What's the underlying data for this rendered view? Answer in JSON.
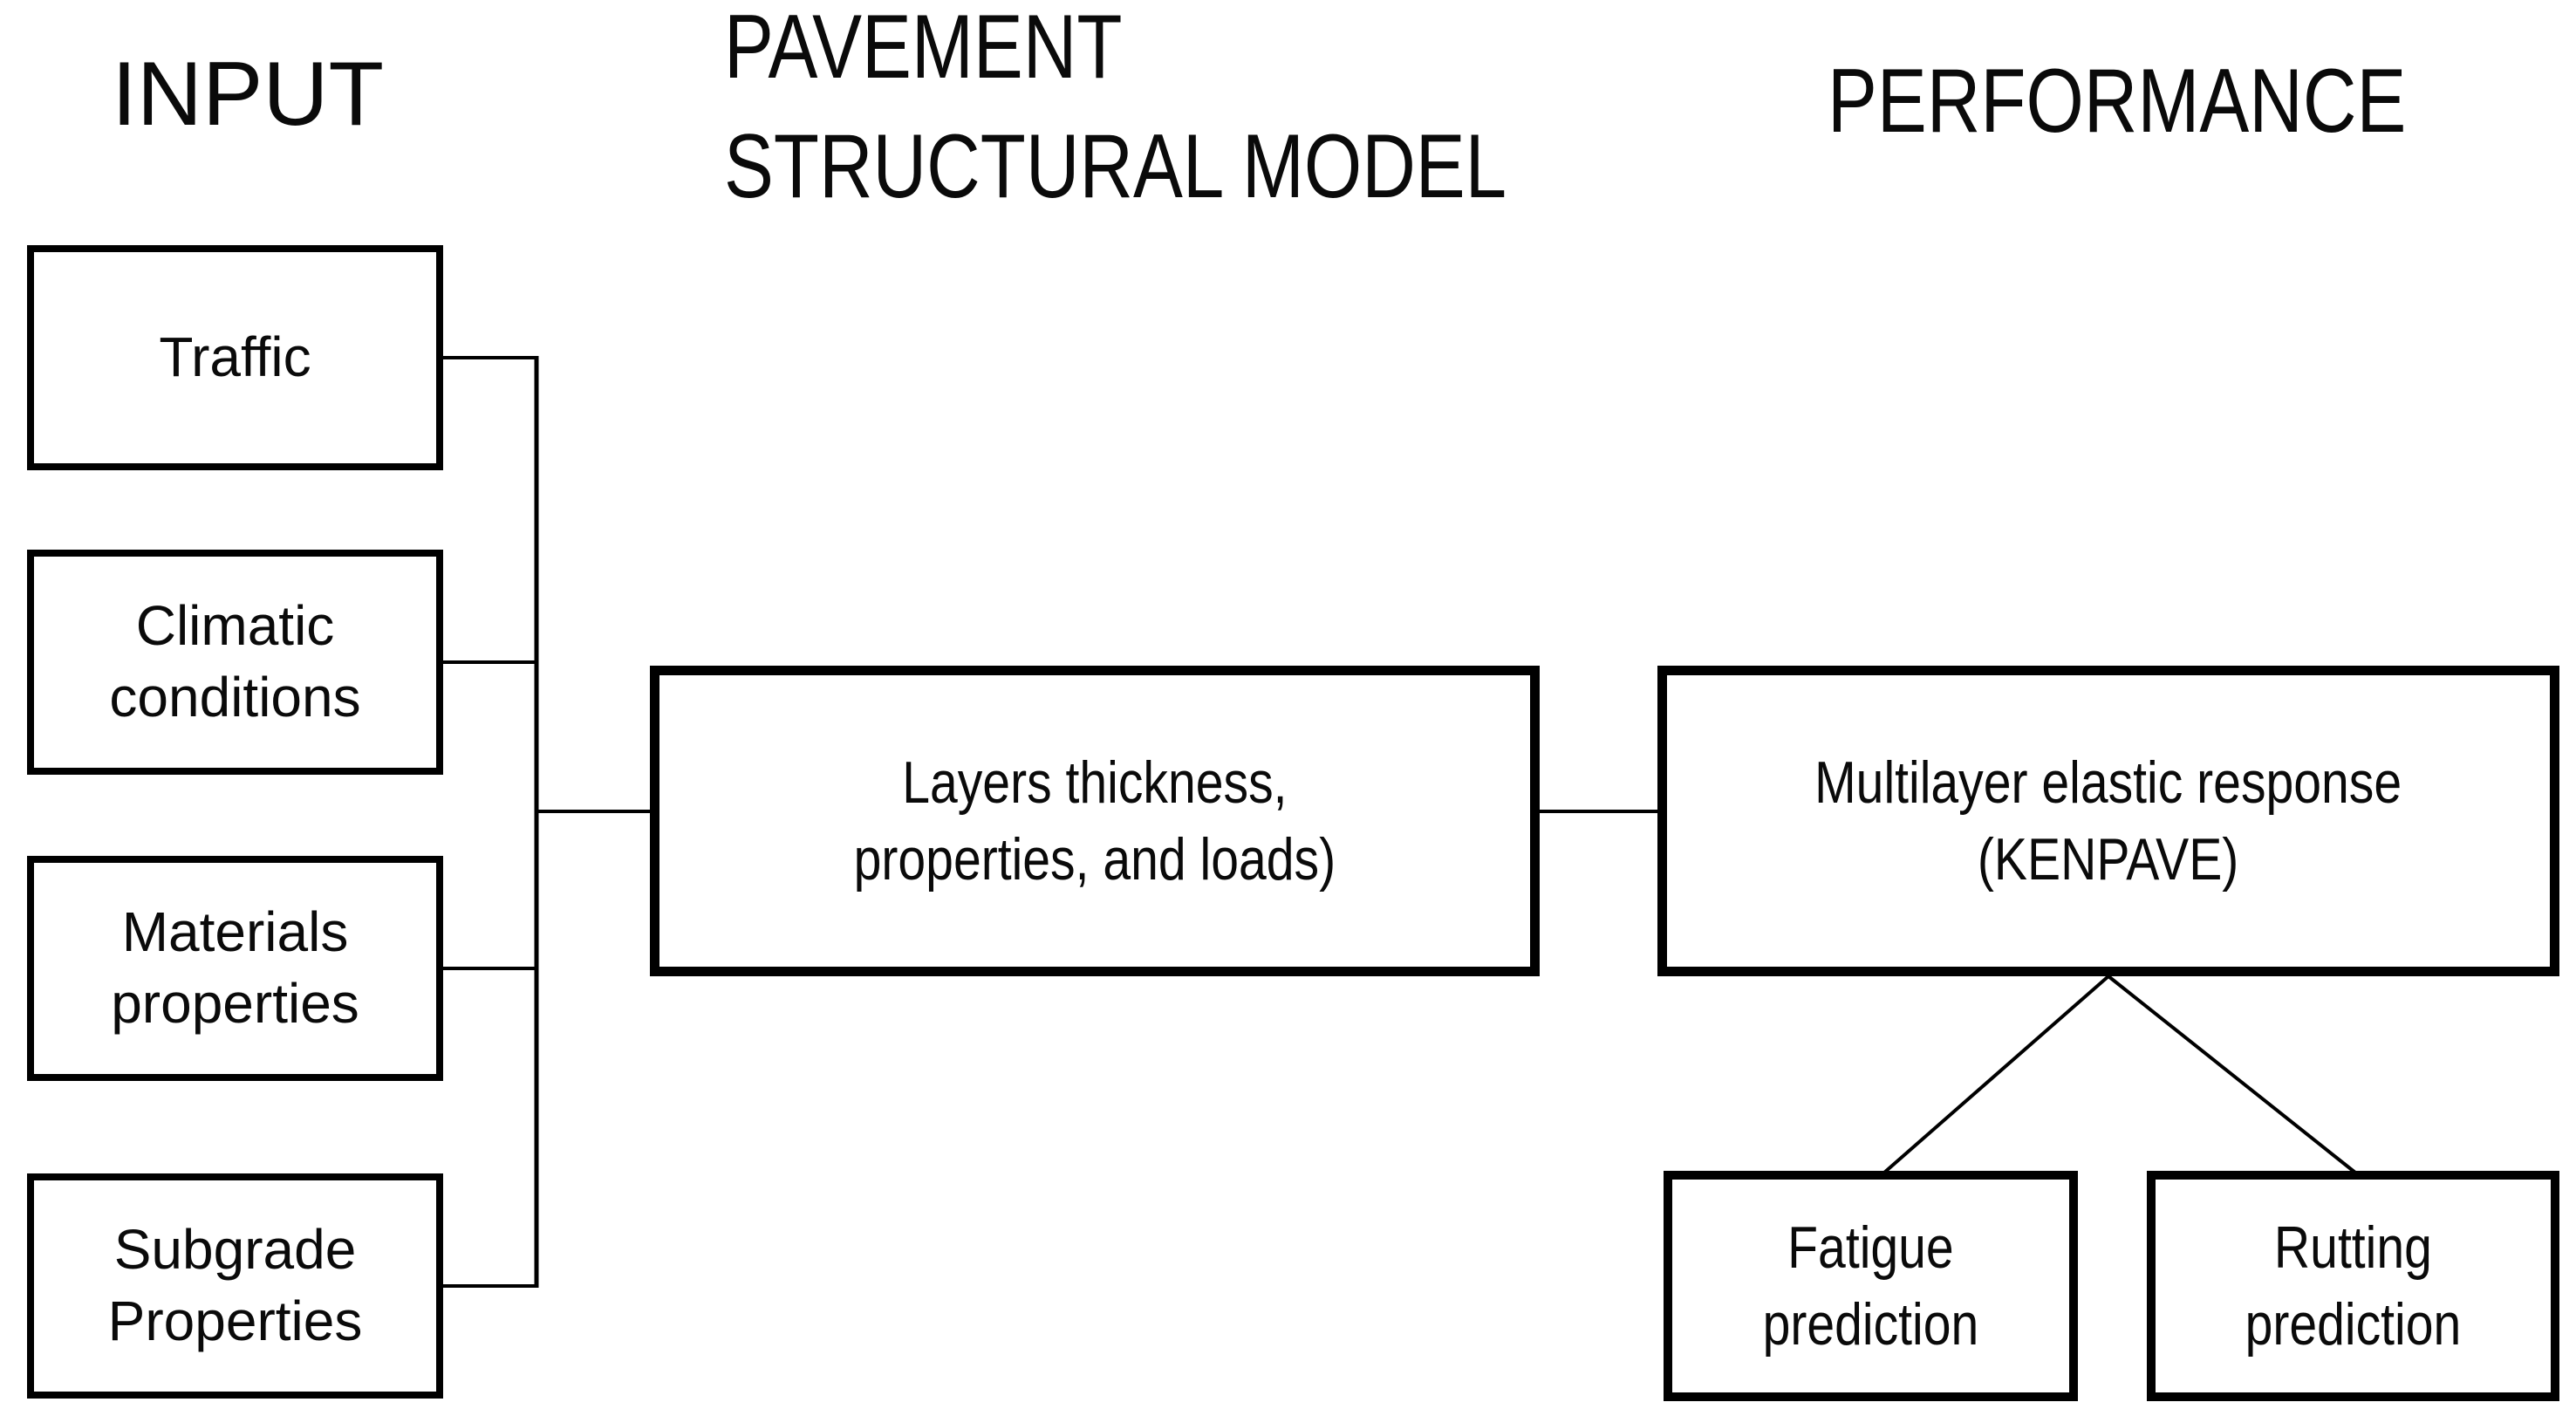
{
  "headers": {
    "input": "INPUT",
    "model_line1": "PAVEMENT",
    "model_line2": "STRUCTURAL MODEL",
    "performance": "PERFORMANCE"
  },
  "input_boxes": [
    {
      "id": "traffic",
      "lines": [
        "Traffic"
      ]
    },
    {
      "id": "climatic",
      "lines": [
        "Climatic",
        "conditions"
      ]
    },
    {
      "id": "materials",
      "lines": [
        "Materials",
        "properties"
      ]
    },
    {
      "id": "subgrade",
      "lines": [
        "Subgrade",
        "Properties"
      ]
    }
  ],
  "model_box": {
    "lines": [
      "Layers thickness,",
      "properties, and loads)"
    ]
  },
  "response_box": {
    "lines": [
      "Multilayer elastic response",
      "(KENPAVE)"
    ]
  },
  "prediction_boxes": [
    {
      "id": "fatigue",
      "lines": [
        "Fatigue",
        "prediction"
      ]
    },
    {
      "id": "rutting",
      "lines": [
        "Rutting",
        "prediction"
      ]
    }
  ],
  "edges": [
    {
      "from": "traffic",
      "to": "trunk"
    },
    {
      "from": "climatic",
      "to": "trunk"
    },
    {
      "from": "materials",
      "to": "trunk"
    },
    {
      "from": "subgrade",
      "to": "trunk"
    },
    {
      "from": "trunk",
      "to": "model_box"
    },
    {
      "from": "model_box",
      "to": "response_box"
    },
    {
      "from": "response_box",
      "to": "fatigue"
    },
    {
      "from": "response_box",
      "to": "rutting"
    }
  ],
  "colors": {
    "background": "#ffffff",
    "line": "#000000",
    "border": "#000000",
    "text": "#0a0a0a"
  }
}
